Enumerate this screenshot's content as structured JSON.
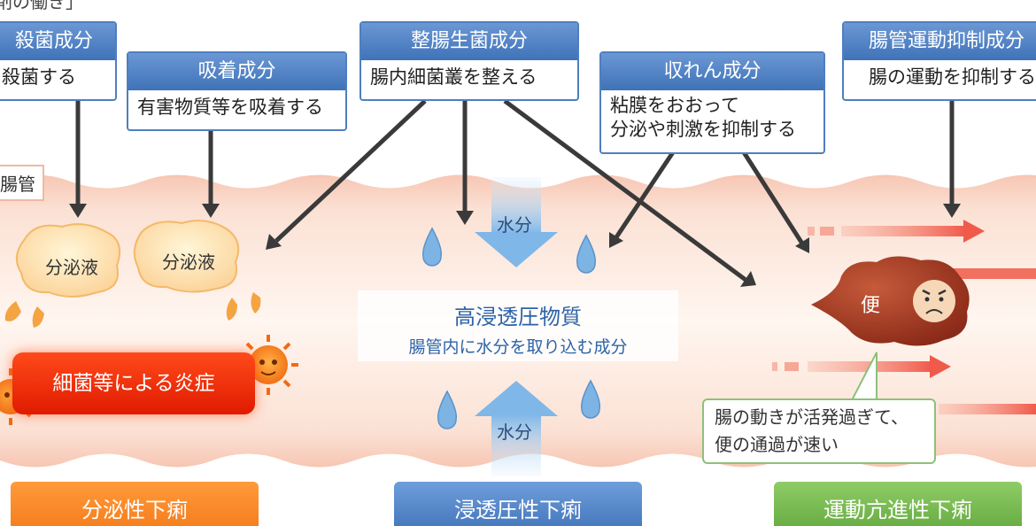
{
  "header_fragment": "剤の働き」",
  "intestine_tag": "腸管",
  "components": {
    "bactericidal": {
      "title": "殺菌成分",
      "desc": "殺菌する"
    },
    "adsorbent": {
      "title": "吸着成分",
      "desc": "有害物質等を吸着する"
    },
    "probiotic": {
      "title": "整腸生菌成分",
      "desc": "腸内細菌叢を整える"
    },
    "astringent": {
      "title": "収れん成分",
      "desc": [
        "粘膜をおおって",
        "分泌や刺激を抑制する"
      ]
    },
    "motility_inhibitor": {
      "title": "腸管運動抑制成分",
      "desc": "腸の運動を抑制する"
    }
  },
  "secretion_label": "分泌液",
  "inflammation_label": "細菌等による炎症",
  "osmotic_substance": {
    "title": "高浸透圧物質",
    "desc": "腸管内に水分を取り込む成分"
  },
  "water_label": "水分",
  "stool_label": "便",
  "motility_note": [
    "腸の動きが活発過ぎて、",
    "便の通過が速い"
  ],
  "diarrhea_types": {
    "secretory": "分泌性下痢",
    "osmotic": "浸透圧性下痢",
    "motility": "運動亢進性下痢"
  },
  "colors": {
    "box_header": "#4e7fc0",
    "secretory": "#f47a1a",
    "osmotic": "#4f80c4",
    "motility": "#74b84e",
    "inflammation": "#ff3a10"
  }
}
